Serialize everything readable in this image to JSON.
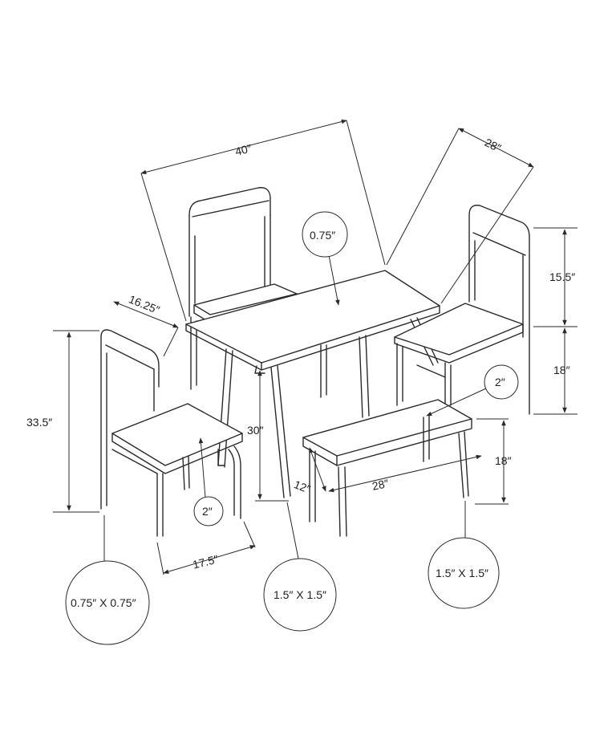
{
  "dimensions": {
    "table_width": "40″",
    "table_depth": "28″",
    "table_top_thickness": "0.75″",
    "table_height": "30″",
    "chair_back_height": "15.5″",
    "chair_seat_height": "18″",
    "chair_depth": "16.25″",
    "chair_total_height": "33.5″",
    "chair_seat_thickness": "2″",
    "chair_width": "17.5″",
    "chair_leg_size": "0.75″ X 0.75″",
    "table_leg_size": "1.5″ X 1.5″",
    "bench_leg_size": "1.5″ X 1.5″",
    "bench_seat_thickness": "2″",
    "bench_height": "18″",
    "bench_width": "28″",
    "bench_depth": "12″"
  }
}
